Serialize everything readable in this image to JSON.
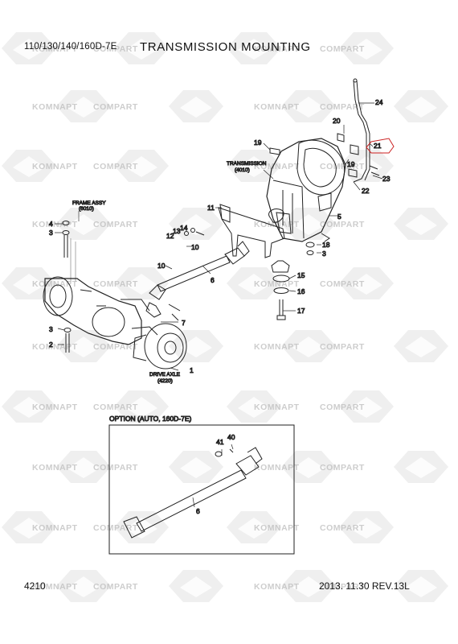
{
  "header": {
    "model": "110/130/140/160D-7E",
    "title": "TRANSMISSION MOUNTING"
  },
  "footer": {
    "page": "4210",
    "date_rev": "2013. 11.30  REV.13L"
  },
  "watermark": {
    "left_text": "KOMNAPT",
    "right_text": "COMPART",
    "color": "#c8c8c8"
  },
  "callouts": {
    "frame_assy": "FRAME ASSY",
    "frame_assy_code": "(6010)",
    "transmission": "TRANSMISSION",
    "transmission_code": "(4010)",
    "drive_axle": "DRIVE AXLE",
    "drive_axle_code": "(4220)",
    "option": "OPTION (AUTO, 160D-7E)"
  },
  "parts": {
    "p1": "1",
    "p2": "2",
    "p3a": "3",
    "p3b": "3",
    "p3c": "3",
    "p4": "4",
    "p5": "5",
    "p6": "6",
    "p6b": "6",
    "p7": "7",
    "p10a": "10",
    "p10b": "10",
    "p11": "11",
    "p12": "12",
    "p13": "13",
    "p14": "14",
    "p15": "15",
    "p16": "16",
    "p17": "17",
    "p18": "18",
    "p19a": "19",
    "p19b": "19",
    "p20": "20",
    "p21": "21",
    "p22": "22",
    "p23": "23",
    "p24": "24",
    "p40": "40",
    "p41": "41"
  }
}
